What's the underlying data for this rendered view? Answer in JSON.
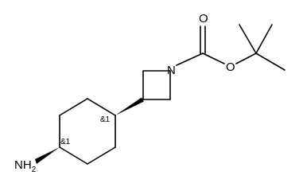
{
  "molecule": {
    "atoms": {
      "N_azetidine": "N",
      "O_carbonyl": "O",
      "O_ester": "O",
      "N_amine": "NH",
      "N_amine_sub": "2"
    },
    "stereo_labels": {
      "C_ring_top": "&1",
      "C_ring_bottom": "&1"
    }
  },
  "colors": {
    "bond": "#000000",
    "background": "#ffffff"
  }
}
